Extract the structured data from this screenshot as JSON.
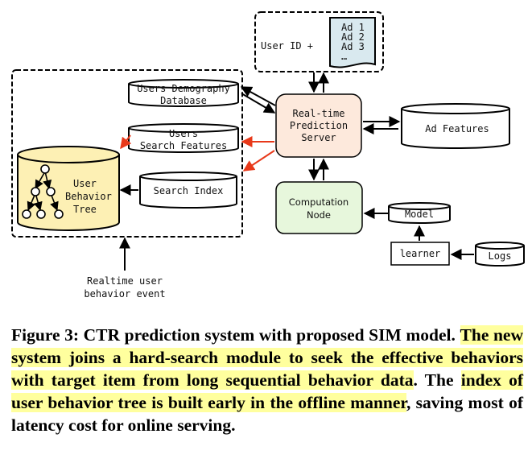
{
  "diagram": {
    "nodes": {
      "user_id": "User ID +",
      "ads": [
        "Ad 1",
        "Ad 2",
        "Ad 3",
        "…"
      ],
      "users_demography": [
        "Users Demography",
        "Database"
      ],
      "users_search": [
        "Users",
        "Search Features"
      ],
      "search_index": "Search Index",
      "user_behavior_tree": [
        "User",
        "Behavior",
        "Tree"
      ],
      "prediction_server": [
        "Real-time",
        "Prediction",
        "Server"
      ],
      "ad_features": "Ad Features",
      "computation_node": [
        "Computation",
        "Node"
      ],
      "model": "Model",
      "learner": "learner",
      "logs": "Logs",
      "realtime_event": [
        "Realtime user",
        "behavior event"
      ]
    },
    "colors": {
      "red_arrow": "#e8391a",
      "cylinder_user_tree": "#fdf0b4",
      "server_fill": "#fde9dc",
      "computation_fill": "#e7f7dc",
      "document_fill": "#d9e9ef",
      "highlight": "#ffff9e"
    }
  },
  "caption": {
    "title": "Figure 3: CTR prediction system with proposed SIM model.",
    "highlight_1": "The new system joins a hard-search module to seek the effective behaviors with target item from long sequential behavior data",
    "mid_1": ". The ",
    "highlight_2": "index of user behavior tree is built early in the offline manner",
    "tail": ", saving most of latency cost for online serving."
  }
}
